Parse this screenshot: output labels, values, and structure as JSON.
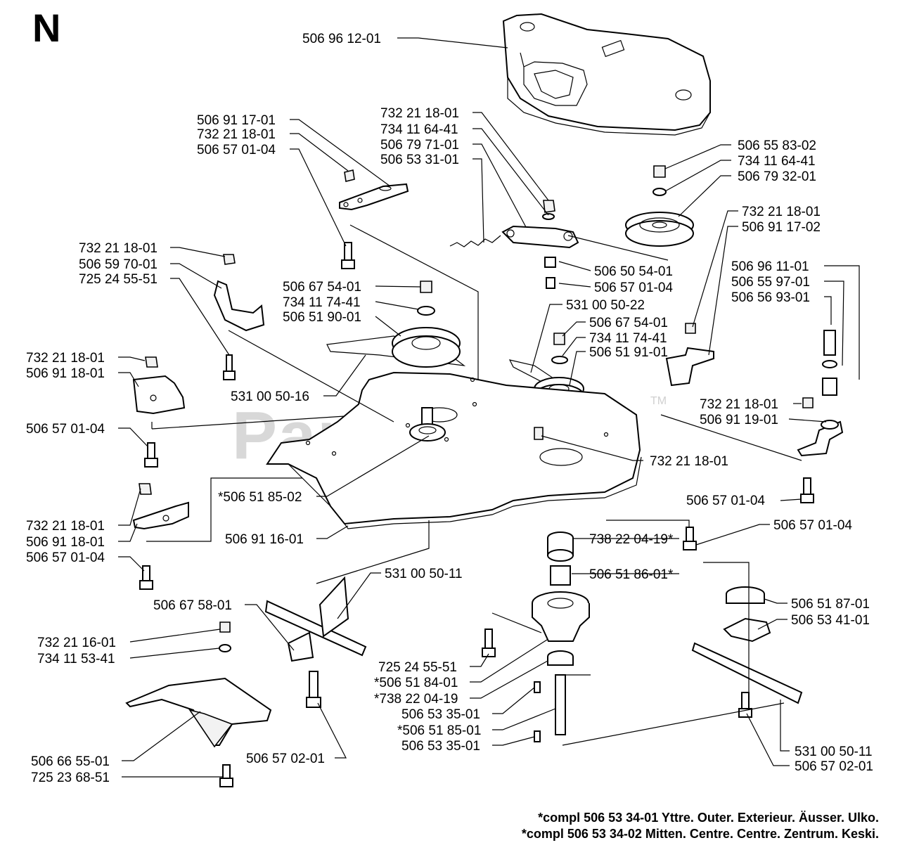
{
  "section_letter": "N",
  "watermark": {
    "text": "PartsTree",
    "tm": "TM"
  },
  "labels": [
    {
      "id": "l01",
      "text": "506 96 12-01",
      "desc": "top-cover"
    },
    {
      "id": "l02",
      "text": "506 91 17-01",
      "desc": "bracket"
    },
    {
      "id": "l03",
      "text": "732 21 18-01",
      "desc": "nut"
    },
    {
      "id": "l04",
      "text": "506 57 01-04",
      "desc": "screw"
    },
    {
      "id": "l05",
      "text": "732 21 18-01",
      "desc": "nut"
    },
    {
      "id": "l06",
      "text": "734 11 64-41",
      "desc": "washer"
    },
    {
      "id": "l07",
      "text": "506 79 71-01",
      "desc": "tension-arm"
    },
    {
      "id": "l08",
      "text": "506 53 31-01",
      "desc": "spring"
    },
    {
      "id": "l09",
      "text": "506 55 83-02",
      "desc": "screw"
    },
    {
      "id": "l10",
      "text": "734 11 64-41",
      "desc": "washer"
    },
    {
      "id": "l11",
      "text": "506 79 32-01",
      "desc": "pulley"
    },
    {
      "id": "l12",
      "text": "732 21 18-01",
      "desc": "nut"
    },
    {
      "id": "l13",
      "text": "506 91 17-02",
      "desc": "bracket"
    },
    {
      "id": "l14",
      "text": "732 21 18-01",
      "desc": "nut"
    },
    {
      "id": "l15",
      "text": "506 59 70-01",
      "desc": "belt-guide"
    },
    {
      "id": "l16",
      "text": "725 24 55-51",
      "desc": "screw"
    },
    {
      "id": "l17",
      "text": "506 50 54-01",
      "desc": "spacer"
    },
    {
      "id": "l18",
      "text": "506 57 01-04",
      "desc": "screw"
    },
    {
      "id": "l19",
      "text": "506 96 11-01",
      "desc": "screw"
    },
    {
      "id": "l20",
      "text": "506 55 97-01",
      "desc": "washer"
    },
    {
      "id": "l21",
      "text": "506 56 93-01",
      "desc": "spacer"
    },
    {
      "id": "l22",
      "text": "506 67 54-01",
      "desc": "screw"
    },
    {
      "id": "l23",
      "text": "734 11 74-41",
      "desc": "washer"
    },
    {
      "id": "l24",
      "text": "506 51 90-01",
      "desc": "pulley"
    },
    {
      "id": "l25",
      "text": "531 00 50-22",
      "desc": "belt"
    },
    {
      "id": "l26",
      "text": "506 67 54-01",
      "desc": "screw"
    },
    {
      "id": "l27",
      "text": "734 11 74-41",
      "desc": "washer"
    },
    {
      "id": "l28",
      "text": "506 51 91-01",
      "desc": "pulley"
    },
    {
      "id": "l29",
      "text": "732 21 18-01",
      "desc": "nut"
    },
    {
      "id": "l30",
      "text": "506 91 18-01",
      "desc": "bracket"
    },
    {
      "id": "l31",
      "text": "531 00 50-16",
      "desc": "belt"
    },
    {
      "id": "l32",
      "text": "732 21 18-01",
      "desc": "nut"
    },
    {
      "id": "l33",
      "text": "506 91 19-01",
      "desc": "bracket"
    },
    {
      "id": "l34",
      "text": "506 57 01-04",
      "desc": "screw"
    },
    {
      "id": "l35",
      "text": "732 21 18-01",
      "desc": "nut"
    },
    {
      "id": "l36",
      "text": "*506 51 85-02",
      "desc": "spindle"
    },
    {
      "id": "l37",
      "text": "732 21 18-01",
      "desc": "nut"
    },
    {
      "id": "l38",
      "text": "506 91 18-01",
      "desc": "bracket"
    },
    {
      "id": "l39",
      "text": "506 57 01-04",
      "desc": "screw"
    },
    {
      "id": "l40",
      "text": "506 91 16-01",
      "desc": "deck"
    },
    {
      "id": "l41",
      "text": "506 57 01-04",
      "desc": "screw"
    },
    {
      "id": "l42",
      "text": "506 57 01-04",
      "desc": "screw"
    },
    {
      "id": "l43",
      "text": "738 22 04-19*",
      "desc": "bearing"
    },
    {
      "id": "l44",
      "text": "506 51 86-01*",
      "desc": "spacer"
    },
    {
      "id": "l45",
      "text": "531 00 50-11",
      "desc": "blade"
    },
    {
      "id": "l46",
      "text": "506 67 58-01",
      "desc": "blade-holder"
    },
    {
      "id": "l47",
      "text": "506 51 87-01",
      "desc": "hub"
    },
    {
      "id": "l48",
      "text": "506 53 41-01",
      "desc": "blade-holder"
    },
    {
      "id": "l49",
      "text": "732 21 16-01",
      "desc": "nut"
    },
    {
      "id": "l50",
      "text": "734 11 53-41",
      "desc": "washer"
    },
    {
      "id": "l51",
      "text": "725 24 55-51",
      "desc": "screw"
    },
    {
      "id": "l52",
      "text": "*506 51 84-01",
      "desc": "housing"
    },
    {
      "id": "l53",
      "text": "*738 22 04-19",
      "desc": "bearing"
    },
    {
      "id": "l54",
      "text": "506 53 35-01",
      "desc": "key"
    },
    {
      "id": "l55",
      "text": "*506 51 85-01",
      "desc": "spindle"
    },
    {
      "id": "l56",
      "text": "506 53 35-01",
      "desc": "key"
    },
    {
      "id": "l57",
      "text": "506 66 55-01",
      "desc": "deflector"
    },
    {
      "id": "l58",
      "text": "725 23 68-51",
      "desc": "screw"
    },
    {
      "id": "l59",
      "text": "506 57 02-01",
      "desc": "screw"
    },
    {
      "id": "l60",
      "text": "531 00 50-11",
      "desc": "blade"
    },
    {
      "id": "l61",
      "text": "506 57 02-01",
      "desc": "screw"
    }
  ],
  "footnotes": [
    "*compl 506 53 34-01 Yttre. Outer. Exterieur. Äusser. Ulko.",
    "*compl 506 53 34-02 Mitten. Centre. Centre. Zentrum. Keski."
  ]
}
